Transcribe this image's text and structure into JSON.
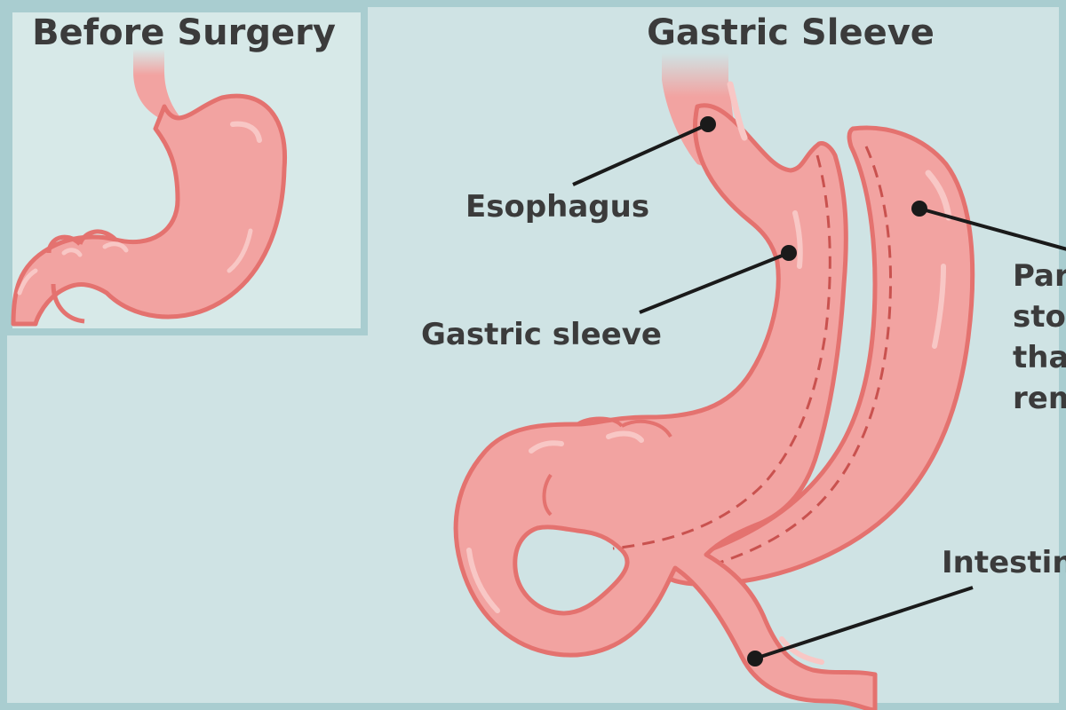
{
  "panels": {
    "before": {
      "title": "Before Surgery"
    },
    "after": {
      "title": "Gastric Sleeve"
    }
  },
  "labels": {
    "esophagus": "Esophagus",
    "gastric_sleeve": "Gastric sleeve",
    "removed_part": [
      "Part of",
      "stomach",
      "that is",
      "removed"
    ],
    "intestine": "Intestine"
  },
  "colors": {
    "background": "#cfe3e4",
    "inset_background": "#d7e9e8",
    "border": "#a9cdd0",
    "tissue": "#f2a3a1",
    "tissue_outline": "#e4726f",
    "tissue_highlight": "#f8c7c5",
    "text": "#3b3b3b",
    "leader_line": "#1a1a1a"
  }
}
